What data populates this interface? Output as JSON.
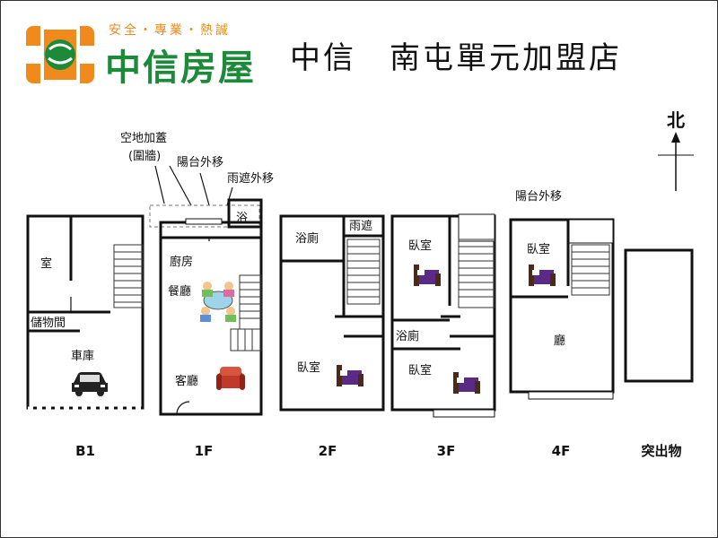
{
  "header": {
    "slogan": "安全・專業・熱誠",
    "brand": "中信房屋",
    "store_title": "中信　南屯單元加盟店"
  },
  "compass": {
    "label": "北"
  },
  "annotations": {
    "empty_lot": "空地加蓋",
    "fence": "(圍牆)",
    "balcony_out_1f": "陽台外移",
    "canopy_out": "雨遮外移",
    "balcony_out_4f": "陽台外移"
  },
  "rooms": {
    "b1_room": "室",
    "b1_storage": "儲物間",
    "b1_garage": "車庫",
    "f1_bath": "浴",
    "f1_kitchen": "廚房",
    "f1_dining": "餐廳",
    "f1_living": "客廳",
    "f2_bath": "浴廁",
    "f2_canopy": "雨遮",
    "f2_bedroom": "臥室",
    "f3_bedroom_top": "臥室",
    "f3_bath": "浴廁",
    "f3_bedroom_bottom": "臥室",
    "f4_bedroom": "臥室",
    "f4_hall": "廳"
  },
  "floors": [
    "B1",
    "1F",
    "2F",
    "3F",
    "4F",
    "突出物"
  ],
  "colors": {
    "brand_orange": "#f08a1c",
    "brand_green": "#1d8a3a",
    "bed_purple": "#5b2a86",
    "sofa_red": "#c0392b"
  }
}
